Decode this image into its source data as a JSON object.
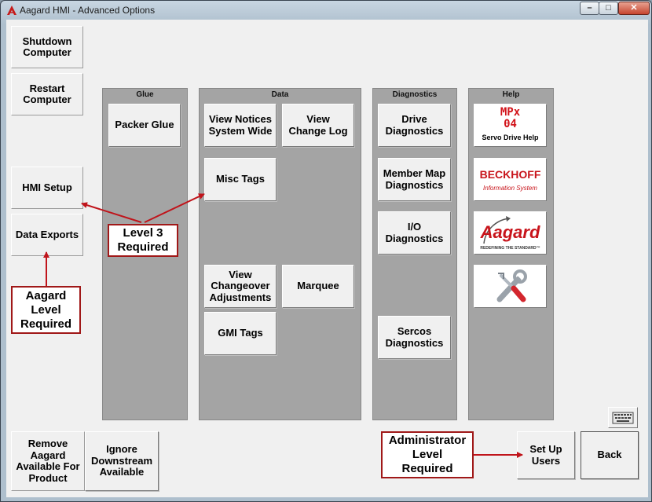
{
  "window": {
    "title": "Aagard HMI - Advanced Options",
    "controls": {
      "minimize": "–",
      "maximize": "□",
      "close": "✕"
    }
  },
  "left_buttons": {
    "shutdown": "Shutdown\nComputer",
    "restart": "Restart\nComputer",
    "hmi_setup": "HMI Setup",
    "data_exports": "Data Exports"
  },
  "panels": {
    "glue": {
      "title": "Glue",
      "packer_glue": "Packer Glue"
    },
    "data": {
      "title": "Data",
      "view_notices": "View Notices\nSystem Wide",
      "view_change_log": "View\nChange Log",
      "misc_tags": "Misc Tags",
      "view_changeover": "View\nChangeover\nAdjustments",
      "marquee": "Marquee",
      "gmi_tags": "GMI Tags"
    },
    "diagnostics": {
      "title": "Diagnostics",
      "drive": "Drive\nDiagnostics",
      "member_map": "Member Map\nDiagnostics",
      "io": "I/O\nDiagnostics",
      "sercos": "Sercos\nDiagnostics"
    },
    "help": {
      "title": "Help",
      "servo": {
        "logo": "MPx04",
        "caption": "Servo Drive Help"
      },
      "beckhoff": {
        "brand": "BECKHOFF",
        "caption": "Information System"
      },
      "aagard": {
        "brand": "Aagard",
        "tagline": "REDEFINING THE STANDARD™"
      },
      "tools_icon": "tools-icon"
    }
  },
  "bottom_buttons": {
    "remove_aagard": "Remove\nAagard\nAvailable For\nProduct",
    "ignore_downstream": "Ignore\nDownstream\nAvailable",
    "set_up_users": "Set Up\nUsers",
    "back": "Back"
  },
  "annotations": {
    "level3": "Level 3\nRequired",
    "aagard_level": "Aagard\nLevel\nRequired",
    "administrator": "Administrator\nLevel\nRequired"
  },
  "colors": {
    "annotation_red": "#c0141b",
    "panel_gray": "#a4a4a4",
    "button_face": "#f0f0f0"
  }
}
